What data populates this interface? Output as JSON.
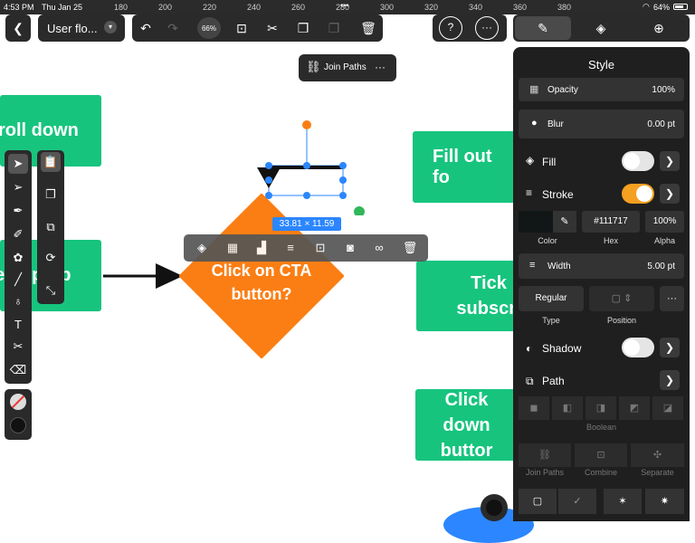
{
  "status": {
    "time": "4:53 PM",
    "date": "Thu Jan 25",
    "battery": "64%"
  },
  "ruler": {
    "ticks": [
      "180",
      "200",
      "220",
      "240",
      "260",
      "280",
      "300",
      "320",
      "340",
      "360",
      "380"
    ]
  },
  "toolbar": {
    "back_icon": "chevron-left-icon",
    "document_title": "User flo...",
    "zoom": "66%",
    "context_label": "Join Paths"
  },
  "canvas": {
    "boxes": [
      {
        "text": "roll down"
      },
      {
        "text": "e pop-up"
      },
      {
        "text": "Fill out fo"
      },
      {
        "text": "Tick\nsubscri"
      },
      {
        "text": "Click down\nbuttor"
      }
    ],
    "diamond_text": "Click on CTA\nbutton?",
    "selection_size": "33.81 × 11.59"
  },
  "panel": {
    "tabs": [
      "pen-brush-icon",
      "layers-icon",
      "add-icon"
    ],
    "title": "Style",
    "opacity_label": "Opacity",
    "opacity_value": "100%",
    "blur_label": "Blur",
    "blur_value": "0.00 pt",
    "fill_label": "Fill",
    "fill_on": false,
    "stroke_label": "Stroke",
    "stroke_on": true,
    "stroke_color": "#111717",
    "color_label": "Color",
    "hex_value": "#111717",
    "hex_label": "Hex",
    "alpha_value": "100%",
    "alpha_label": "Alpha",
    "width_label": "Width",
    "width_value": "5.00 pt",
    "type_value": "Regular",
    "type_label": "Type",
    "position_label": "Position",
    "shadow_label": "Shadow",
    "shadow_on": false,
    "path_label": "Path",
    "boolean_label": "Boolean",
    "join_paths_label": "Join Paths",
    "combine_label": "Combine",
    "separate_label": "Separate",
    "accent": "#f5a020"
  }
}
